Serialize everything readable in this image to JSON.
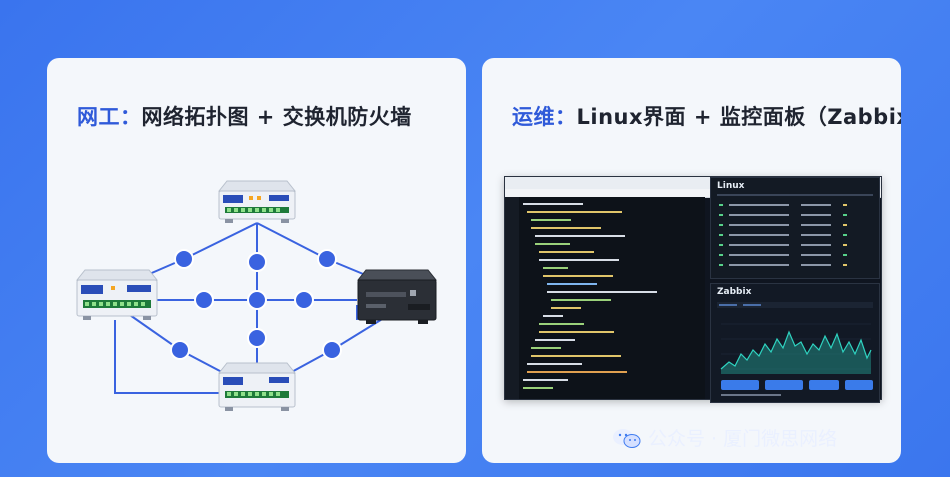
{
  "left_card": {
    "title_accent": "网工：",
    "title_rest": "网络拓扑图 + 交换机防火墙"
  },
  "right_card": {
    "title_accent": "运维：",
    "title_rest": "Linux界面 + 监控面板（Zabbix）",
    "linux_label": "Linux",
    "zabbix_label": "Zabbix"
  },
  "watermark": {
    "text": "公众号 · 厦门微思网络"
  },
  "colors": {
    "background": "#3f7cf0",
    "accent_blue": "#2f5ad9",
    "node_blue": "#3a63e0",
    "chart_teal": "#2fd3c0",
    "button_blue": "#3a7bea"
  }
}
